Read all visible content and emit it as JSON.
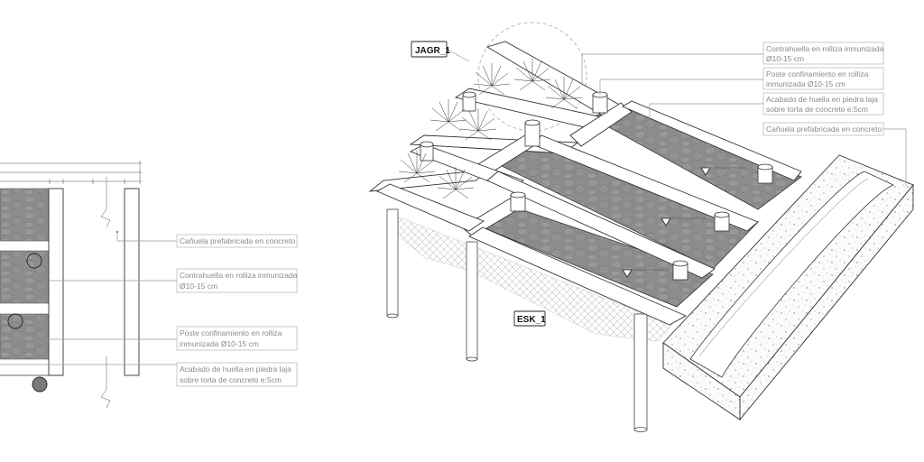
{
  "section_labels": {
    "canuela": "Cañuela prefabricada en concreto",
    "contrahuella_l1": "Contrahuella en rolliza inmunizada",
    "contrahuella_l2": "Ø10-15 cm",
    "poste_l1": "Poste confinamiento en rolliza",
    "poste_l2": "inmunizada Ø10-15 cm",
    "acabado_l1": "Acabado de huella en piedra laja",
    "acabado_l2": "sobre torta de concreto e:5cm"
  },
  "iso_labels": {
    "contrahuella_l1": "Contrahuella en rolliza inmunizada",
    "contrahuella_l2": "Ø10-15 cm",
    "poste_l1": "Poste confinamiento en rolliza",
    "poste_l2": "inmunizada Ø10-15 cm",
    "acabado_l1": "Acabado de huella en piedra laja",
    "acabado_l2": "sobre torta de concreto e:5cm",
    "canuela": "Cañuela prefabricada en concreto"
  },
  "tags": {
    "jagr": "JAGR_1",
    "esk": "ESK_1"
  },
  "colors": {
    "stone_fill": "#8c8c8c",
    "stone_dark": "#5f5f5f",
    "leader": "#9a9a9a",
    "box_border": "#bdbdbd",
    "label_text": "#8a8a8a"
  }
}
